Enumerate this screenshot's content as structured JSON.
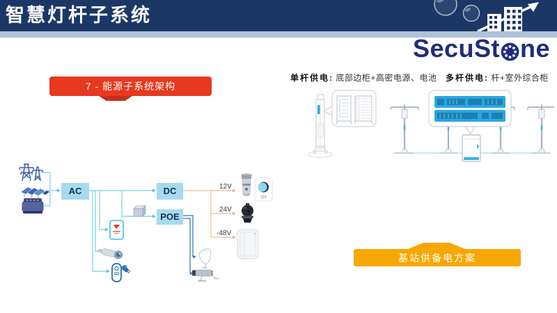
{
  "slide": {
    "header": {
      "title": "智慧灯杆子系统",
      "bg_color": "#1c3766",
      "strip_color": "#aec3d8"
    },
    "logo": {
      "text_before": "SecuSt",
      "text_after": "ne",
      "color": "#1f2d7b"
    },
    "section_banner": {
      "label": "7 - 能源子系统架构",
      "color": "#e6391f"
    },
    "solution_banner": {
      "label": "基站供备电方案",
      "color": "#f8a702"
    },
    "power_captions": {
      "single_pole": {
        "label": "单杆供电:",
        "desc": "底部边柜+高密电源、电池"
      },
      "multi_pole": {
        "label": "多杆供电:",
        "desc": "杆+室外综合柜"
      }
    },
    "architecture": {
      "ac_label": "AC",
      "dc_label": "DC",
      "poe_label": "POE",
      "dc_outputs": [
        {
          "voltage": "12V",
          "device": "beacon-light"
        },
        {
          "voltage": "24V",
          "device": "dome-camera"
        },
        {
          "voltage": "-48V",
          "device": "small-cell-unit"
        }
      ],
      "meter_value": "110",
      "sources": [
        "power-grid",
        "solar-panels",
        "diesel-generator"
      ],
      "ac_loads": [
        "media-screen",
        "street-lamp",
        "ev-charger"
      ],
      "poe_loads": [
        "panel-antenna",
        "bullet-camera"
      ],
      "line_colors": {
        "ac_bus": "#8fd4e4",
        "dc_branch": "#f0cba5",
        "poe_branch": "#2e75b6"
      }
    }
  }
}
